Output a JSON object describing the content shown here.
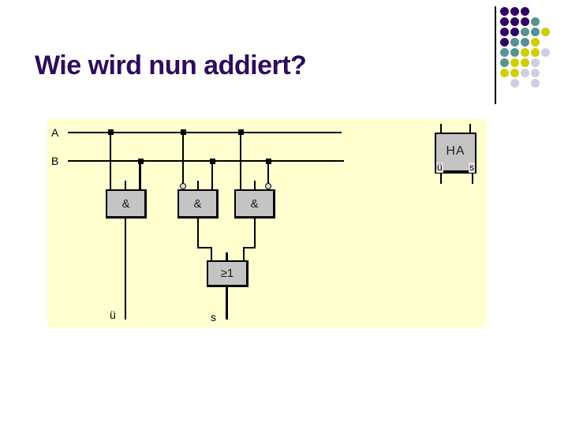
{
  "slide": {
    "title": "Wie wird nun addiert?",
    "title_color": "#2E0C5E",
    "background": "#FFFFFF"
  },
  "ornament": {
    "line_color": "#000000",
    "grid": [
      "PPP..",
      "PPPT.",
      "PPTTY",
      "PTTY.",
      "TTYYG",
      "TYYG.",
      "YYGG.",
      ".G.G."
    ],
    "colors": {
      "P": "#330066",
      "T": "#569292",
      "Y": "#CFCF00",
      "G": "#CDD0E2"
    }
  },
  "diagram": {
    "background": "#FFFFCF",
    "gate_fill": "#C4C4C4",
    "inputs": {
      "a": "A",
      "b": "B"
    },
    "gates": [
      {
        "type": "and",
        "label": "&"
      },
      {
        "type": "and",
        "label": "&"
      },
      {
        "type": "and",
        "label": "&"
      },
      {
        "type": "or",
        "label": "≥1"
      }
    ],
    "outputs": {
      "carry": "ü",
      "sum": "s"
    },
    "ha_block": {
      "title": "HA",
      "out_left": "ü",
      "out_right": "s"
    }
  }
}
